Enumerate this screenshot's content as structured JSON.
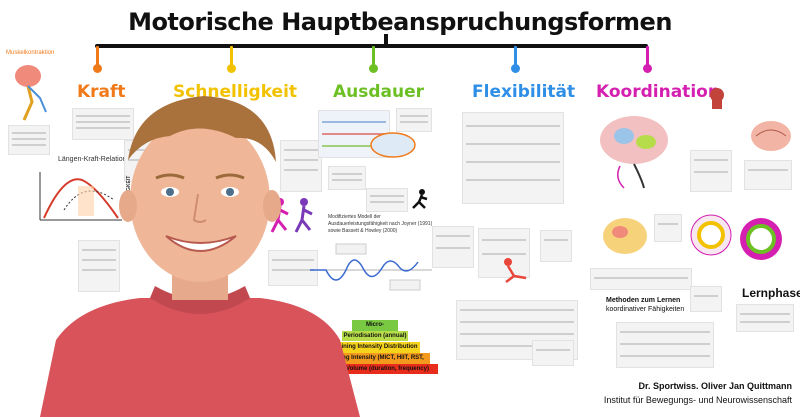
{
  "title": "Motorische Hauptbeanspruchungsformen",
  "categories": [
    {
      "label": "Kraft",
      "color": "#f07a1a"
    },
    {
      "label": "Schnelligkeit",
      "color": "#f2c200"
    },
    {
      "label": "Ausdauer",
      "color": "#6cc024"
    },
    {
      "label": "Flexibilität",
      "color": "#2f8fe6"
    },
    {
      "label": "Koordination",
      "color": "#d41fb0"
    }
  ],
  "labels": {
    "muskelkontraktion": "Muskelkontraktion",
    "laengen_kraft": "Längen-Kraft-Relation",
    "ausdauer_model": "Modifiziertes Modell der Ausdauerleistungsfähigkeit nach Joyner (1991) sowie Bassett & Howley (2000)",
    "methoden_title": "Methoden zum Lernen",
    "methoden_sub": "koordinativer Fähigkeiten",
    "lernphasen": "Lernphasen",
    "schnell_vertical": "SCHNELLIGKEIT"
  },
  "pyramid": [
    {
      "label": "Micro-periodisation",
      "color": "#7ac943"
    },
    {
      "label": "Periodisation (annual)",
      "color": "#b7dc4a"
    },
    {
      "label": "Training Intensity Distribution (TID)",
      "color": "#f5d21c"
    },
    {
      "label": "Training Intensity (MICT, HIIT, RST, SIT)",
      "color": "#f39a1e"
    },
    {
      "label": "Training Volume (duration, frequency)",
      "color": "#e82c1c"
    }
  ],
  "credits": {
    "name": "Dr. Sportwiss. Oliver Jan Quittmann",
    "institute": "Institut für Bewegungs- und Neurowissenschaft"
  }
}
